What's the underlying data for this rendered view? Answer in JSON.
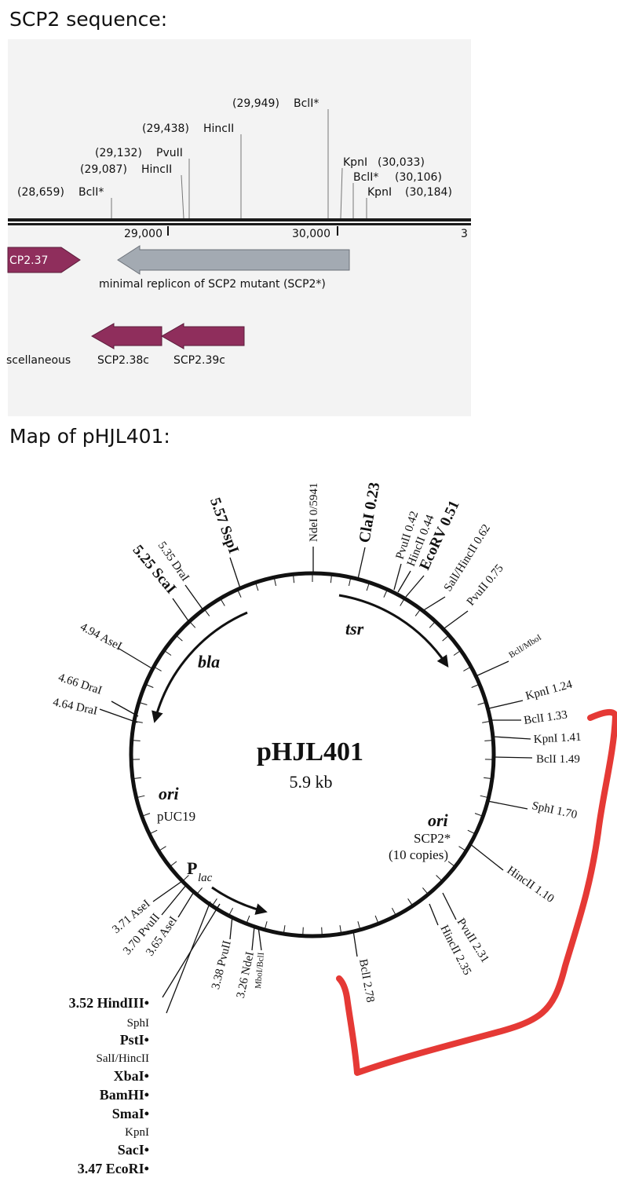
{
  "headings": {
    "sequence": "SCP2 sequence:",
    "map": "Map of pHJL401:"
  },
  "sequence_view": {
    "sites": [
      {
        "pos": "(29,949)",
        "enzyme": "BclI*"
      },
      {
        "pos": "(29,438)",
        "enzyme": "HincII"
      },
      {
        "pos": "(29,132)",
        "enzyme": "PvuII"
      },
      {
        "pos": "(29,087)",
        "enzyme": "HincII"
      },
      {
        "pos": "(28,659)",
        "enzyme": "BclI*"
      },
      {
        "pos": "(30,033)",
        "enzyme": "KpnI"
      },
      {
        "pos": "(30,106)",
        "enzyme": "BclI*"
      },
      {
        "pos": "(30,184)",
        "enzyme": "KpnI"
      }
    ],
    "ruler_labels": [
      "29,000",
      "30,000",
      "3"
    ],
    "features": {
      "scp237": "CP2.37",
      "replicon": "minimal replicon of SCP2 mutant (SCP2*)",
      "misc": "scellaneous",
      "scp238c": "SCP2.38c",
      "scp239c": "SCP2.39c"
    },
    "colors": {
      "gene_arrow": "#8f2e5c",
      "replicon_arrow": "#a3aab2",
      "panel_bg": "#f3f3f3",
      "annotation": "#e53935"
    }
  },
  "plasmid_map": {
    "name": "pHJL401",
    "size": "5.9 kb",
    "inner_labels": {
      "tsr": "tsr",
      "bla": "bla",
      "ori1": "ori",
      "ori1_sub": "pUC19",
      "ori2": "ori",
      "ori2_sub1": "SCP2*",
      "ori2_sub2": "(10 copies)",
      "plac_main": "P",
      "plac_sub": "lac"
    },
    "sites": [
      {
        "label": "NdeI 0/5941"
      },
      {
        "label": "ClaI 0.23"
      },
      {
        "label": "PvuII 0.42"
      },
      {
        "label": "HincII 0.44"
      },
      {
        "label": "EcoRV 0.51"
      },
      {
        "label": "SalI/HincII 0.62"
      },
      {
        "label": "PvuII 0.75"
      },
      {
        "label": "BclI/MboI"
      },
      {
        "label": "KpnI 1.24"
      },
      {
        "label": "BclI 1.33"
      },
      {
        "label": "KpnI 1.41"
      },
      {
        "label": "BclI 1.49"
      },
      {
        "label": "SphI 1.70"
      },
      {
        "label": "HincII 1.10"
      },
      {
        "label": "PvuII 2.31"
      },
      {
        "label": "HincII 2.35"
      },
      {
        "label": "BclI 2.78"
      },
      {
        "label": "MboI/BclI"
      },
      {
        "label": "3.26 NdeI"
      },
      {
        "label": "3.38 PvuII"
      },
      {
        "label": "3.65 AseI"
      },
      {
        "label": "3.70 PvuII"
      },
      {
        "label": "3.71 AseI"
      },
      {
        "label": "4.64 DraI"
      },
      {
        "label": "4.66 DraI"
      },
      {
        "label": "4.94 AseI"
      },
      {
        "label": "5.25 ScaI"
      },
      {
        "label": "5.35 DraI"
      },
      {
        "label": "5.57 SspI"
      }
    ],
    "mcs": [
      "3.52 HindIII•",
      "SphI",
      "PstI•",
      "SalI/HincII",
      "XbaI•",
      "BamHI•",
      "SmaI•",
      "KpnI",
      "SacI•",
      "3.47 EcoRI•"
    ]
  }
}
